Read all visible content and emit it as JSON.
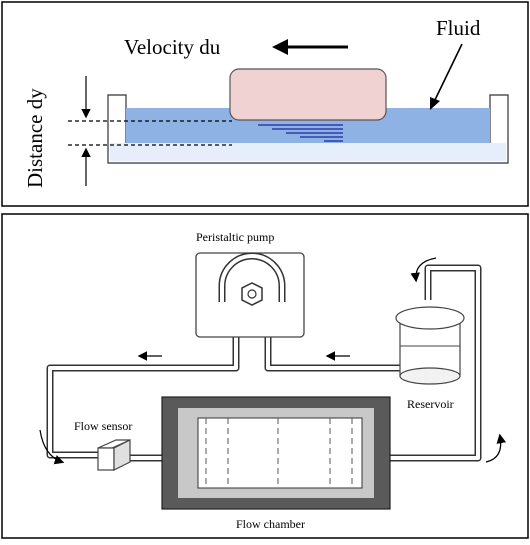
{
  "top_panel": {
    "velocity_label": "Velocity du",
    "fluid_label": "Fluid",
    "distance_label": "Distance dy"
  },
  "bottom_panel": {
    "pump_label": "Peristaltic pump",
    "reservoir_label": "Reservoir",
    "flow_sensor_label": "Flow sensor",
    "flow_chamber_label": "Flow chamber"
  },
  "colors": {
    "fluid": "#8fb2e4",
    "plate": "#f0d2d2",
    "tray": "#ffffff",
    "streamlines": "#2c3ea8",
    "chamber_outer": "#5a5a5a",
    "chamber_mid": "#c8c8c8"
  }
}
